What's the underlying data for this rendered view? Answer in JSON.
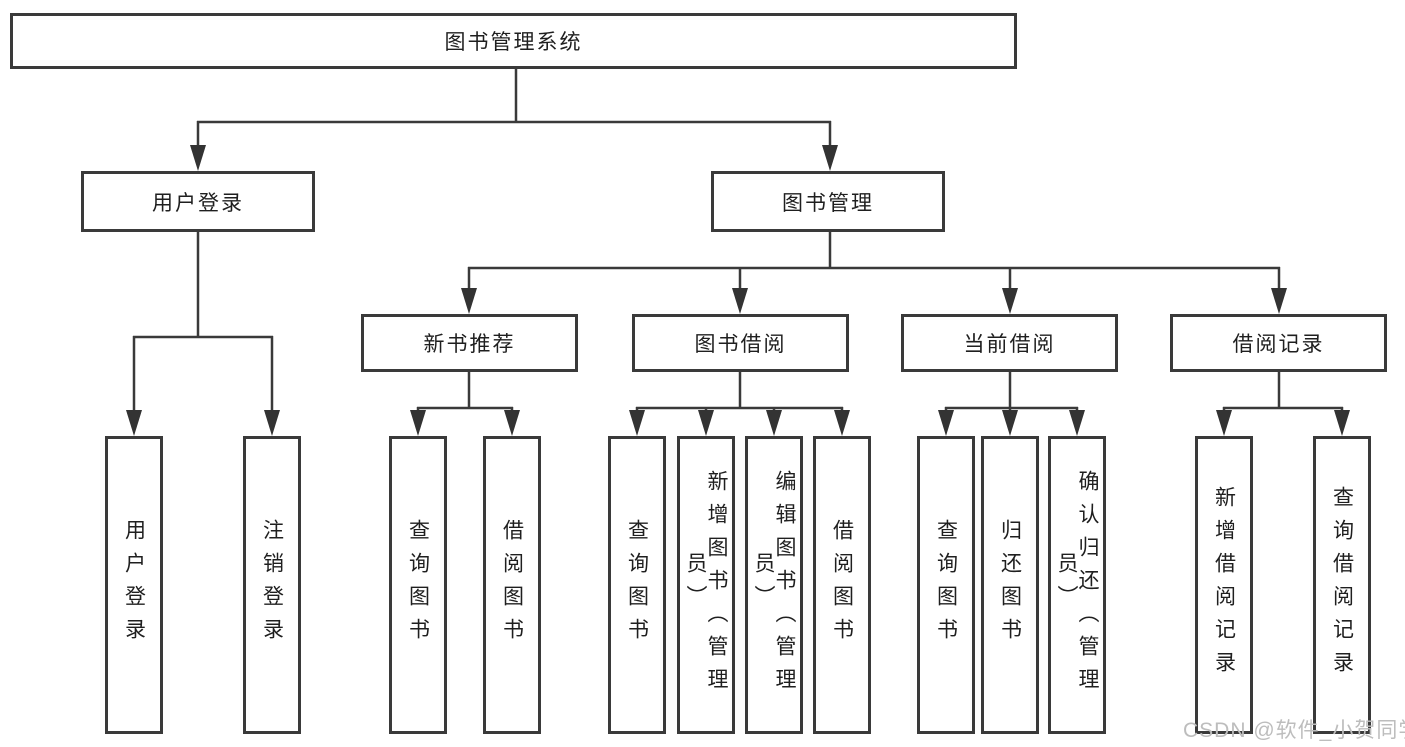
{
  "tree": {
    "label": "图书管理系统",
    "children": [
      {
        "label": "用户登录",
        "children": [
          {
            "label": "用户登录"
          },
          {
            "label": "注销登录"
          }
        ]
      },
      {
        "label": "图书管理",
        "children": [
          {
            "label": "新书推荐",
            "children": [
              {
                "label": "查询图书"
              },
              {
                "label": "借阅图书"
              }
            ]
          },
          {
            "label": "图书借阅",
            "children": [
              {
                "label": "查询图书"
              },
              {
                "label": "新增图书（管理员）"
              },
              {
                "label": "编辑图书（管理员）"
              },
              {
                "label": "借阅图书"
              }
            ]
          },
          {
            "label": "当前借阅",
            "children": [
              {
                "label": "查询图书"
              },
              {
                "label": "归还图书"
              },
              {
                "label": "确认归还（管理员）"
              }
            ]
          },
          {
            "label": "借阅记录",
            "children": [
              {
                "label": "新增借阅记录"
              },
              {
                "label": "查询借阅记录"
              }
            ]
          }
        ]
      }
    ]
  },
  "watermark": {
    "text": "CSDN @软件_小贺同学"
  },
  "colors": {
    "line": "#3a3a3a",
    "text": "#1f1f1f",
    "background": "#ffffff",
    "watermark": "#bdbdbd"
  }
}
